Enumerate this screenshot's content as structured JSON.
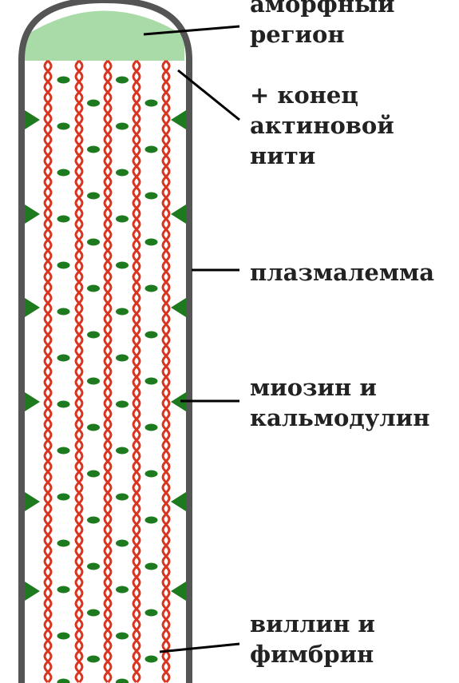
{
  "labels": {
    "amorphous_region": [
      "аморфный",
      "регион"
    ],
    "plus_end": [
      "+ конец",
      "актиновой",
      "нити"
    ],
    "plasmalemma": [
      "плазмалемма"
    ],
    "myosin_calmodulin": [
      "миозин и",
      "кальмодулин"
    ],
    "villin_fimbrin": [
      "виллин и",
      "фимбрин"
    ]
  },
  "colors": {
    "membrane": "#555555",
    "amorphous_region": "#a8dba8",
    "actin_filament": "#d9341f",
    "crosslinker": "#1e7a1e",
    "label_text": "#222222",
    "leader_line": "#000000"
  }
}
